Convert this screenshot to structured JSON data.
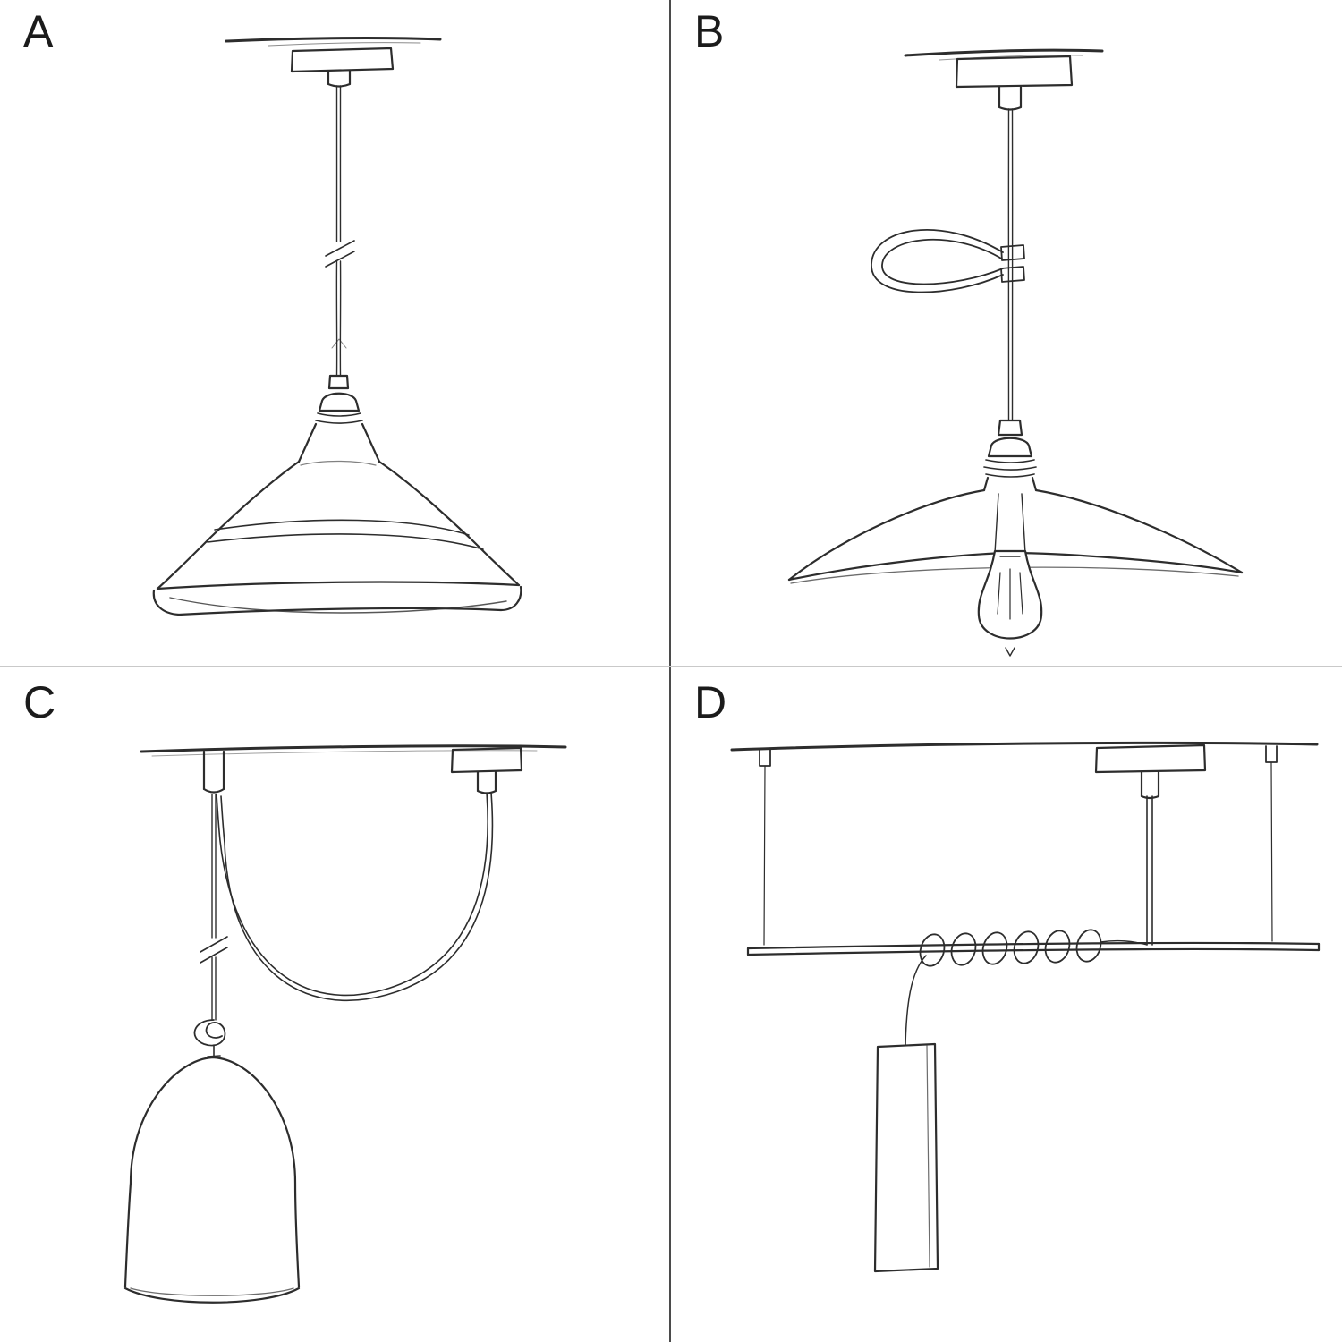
{
  "figure": {
    "background": "#ffffff",
    "ink_color": "#2d2d2d",
    "divider_vertical_color": "#4b4b4b",
    "divider_horizontal_color": "#c9c9c9"
  },
  "panels": [
    {
      "label": "A",
      "illustration": "pendant-cord-with-industrial-bowl-shade-sketch"
    },
    {
      "label": "B",
      "illustration": "pendant-cord-with-cable-clip-loop-flat-plate-shade-and-exposed-bulb-sketch"
    },
    {
      "label": "C",
      "illustration": "swag-pendant-with-ceiling-hook-knot-and-bell-cloche-shade-sketch"
    },
    {
      "label": "D",
      "illustration": "suspended-bar-with-coiled-cable-and-tube-pendant-sketch"
    }
  ]
}
